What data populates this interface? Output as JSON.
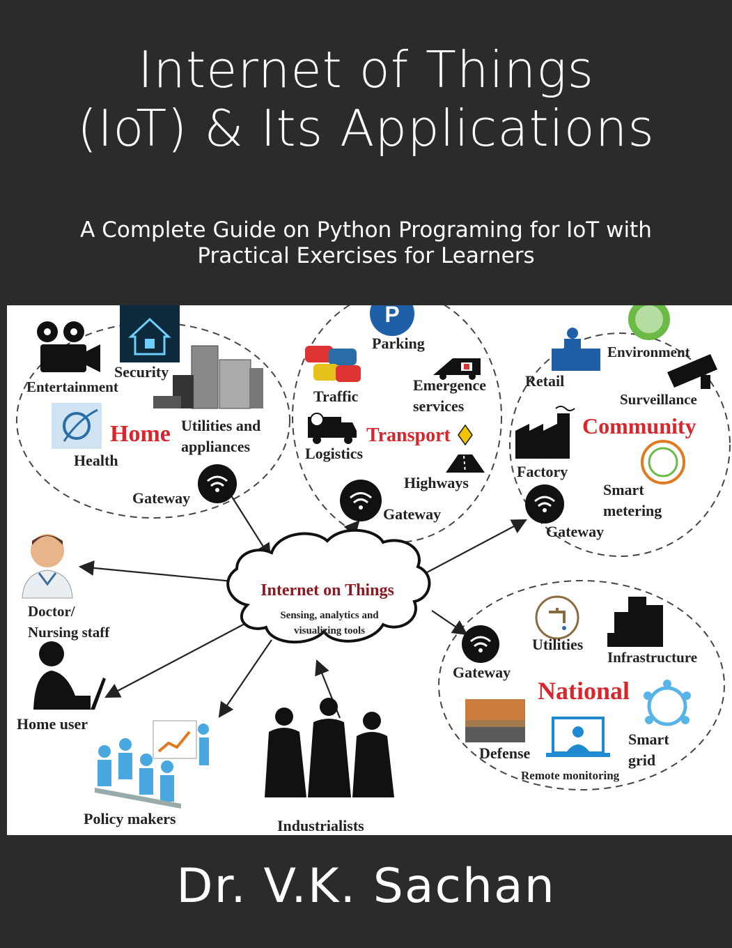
{
  "cover": {
    "title_line1": "Internet of Things",
    "title_line2": "(IoT) & Its Applications",
    "subtitle_line1": "A Complete Guide on Python Programing for IoT with",
    "subtitle_line2": "Practical Exercises for Learners",
    "author": "Dr. V.K. Sachan"
  },
  "diagram": {
    "center": {
      "title": "Internet on Things",
      "line1": "Sensing, analytics and",
      "line2": "visualizing tools"
    },
    "home": {
      "title": "Home",
      "entertainment": "Entertainment",
      "security": "Security",
      "utilities1": "Utilities and",
      "utilities2": "appliances",
      "health": "Health",
      "gateway": "Gateway"
    },
    "transport": {
      "title": "Transport",
      "parking": "Parking",
      "traffic": "Traffic",
      "emergency1": "Emergence",
      "emergency2": "services",
      "logistics": "Logistics",
      "highways": "Highways",
      "gateway": "Gateway"
    },
    "community": {
      "title": "Community",
      "retail": "Retail",
      "environment": "Environment",
      "surveillance": "Surveillance",
      "factory": "Factory",
      "smart1": "Smart",
      "smart2": "metering",
      "gateway": "Gateway"
    },
    "national": {
      "title": "National",
      "utilities": "Utilities",
      "infrastructure": "Infrastructure",
      "gateway": "Gateway",
      "defense": "Defense",
      "remote": "Remote monitoring",
      "grid1": "Smart",
      "grid2": "grid"
    },
    "actors": {
      "doctor1": "Doctor/",
      "doctor2": "Nursing staff",
      "home_user": "Home user",
      "policy": "Policy makers",
      "industrialists": "Industrialists"
    },
    "parking_glyph": "P"
  },
  "colors": {
    "background": "#2b2b2c",
    "accent_red": "#d9252b",
    "cloud_title": "#8a1a22"
  }
}
